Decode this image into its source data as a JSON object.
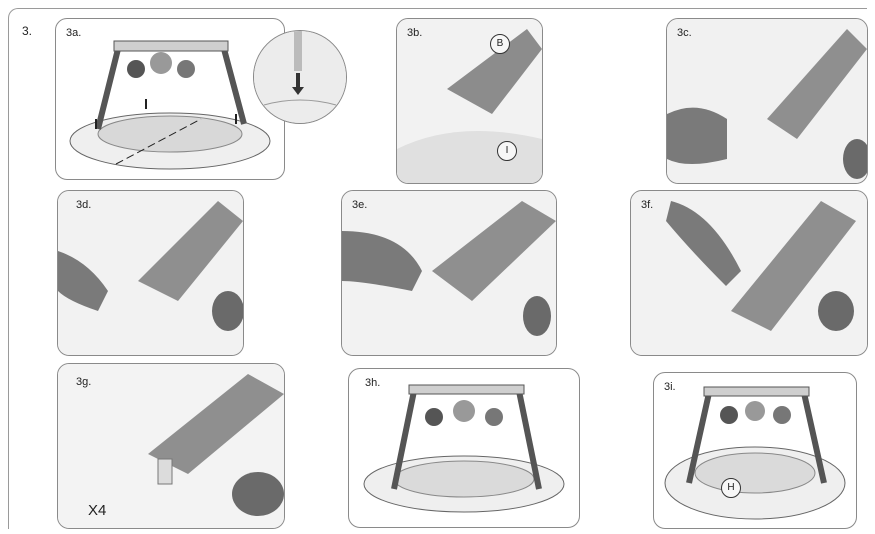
{
  "step_number": "3.",
  "panels": {
    "a": {
      "label": "3a."
    },
    "b": {
      "label": "3b.",
      "callout_top": "B",
      "callout_bottom": "I"
    },
    "c": {
      "label": "3c."
    },
    "d": {
      "label": "3d."
    },
    "e": {
      "label": "3e."
    },
    "f": {
      "label": "3f."
    },
    "g": {
      "label": "3g.",
      "note": "X4"
    },
    "h": {
      "label": "3h."
    },
    "i": {
      "label": "3i.",
      "callout": "H"
    }
  }
}
